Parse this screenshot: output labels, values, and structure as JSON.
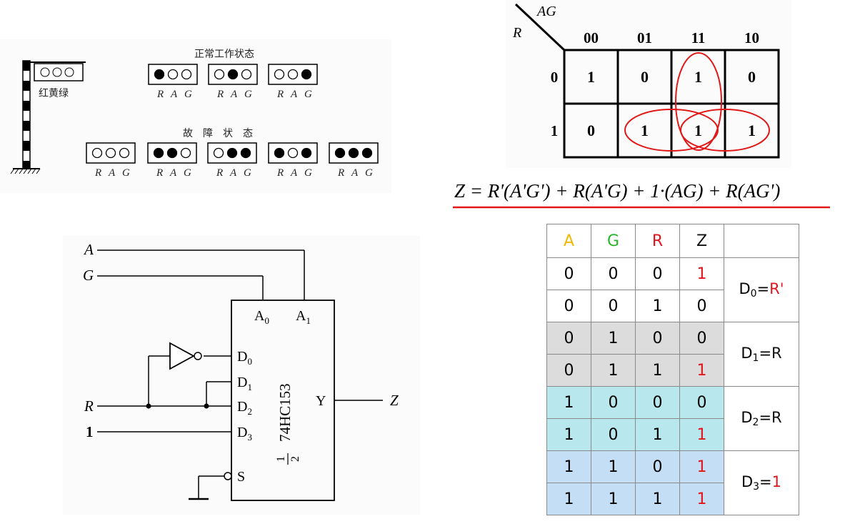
{
  "traffic_light": {
    "side_label": "红黄绿",
    "normal_title": "正常工作状态",
    "fault_title": "故　障　状　态",
    "lamp_labels": [
      "R",
      "A",
      "G"
    ]
  },
  "kmap": {
    "row_var": "R",
    "col_var": "AG",
    "col_headers": [
      "00",
      "01",
      "11",
      "10"
    ],
    "row_headers": [
      "0",
      "1"
    ],
    "cells": [
      [
        "1",
        "0",
        "1",
        "0"
      ],
      [
        "0",
        "1",
        "1",
        "1"
      ]
    ]
  },
  "equation": {
    "text": "Z = R'(A'G') + R(A'G) + 1·(AG) + R(AG')"
  },
  "circuit": {
    "inputs": [
      "A",
      "G",
      "R",
      "1"
    ],
    "chip_name": "74HC153",
    "chip_fraction_num": "1",
    "chip_fraction_den": "2",
    "addr_pins": [
      "A",
      "A"
    ],
    "addr_subs": [
      "0",
      "1"
    ],
    "data_pins": [
      "D",
      "D",
      "D",
      "D"
    ],
    "data_subs": [
      "0",
      "1",
      "2",
      "3"
    ],
    "strobe_pin": "S",
    "output_pin": "Y",
    "output": "Z"
  },
  "truth_table": {
    "headers": [
      "A",
      "G",
      "R",
      "Z"
    ],
    "header_colors": [
      "#f2b800",
      "#2bb52b",
      "#e0161c",
      "#111111"
    ],
    "rows": [
      [
        "0",
        "0",
        "0",
        "1"
      ],
      [
        "0",
        "0",
        "1",
        "0"
      ],
      [
        "0",
        "1",
        "0",
        "0"
      ],
      [
        "0",
        "1",
        "1",
        "1"
      ],
      [
        "1",
        "0",
        "0",
        "0"
      ],
      [
        "1",
        "0",
        "1",
        "1"
      ],
      [
        "1",
        "1",
        "0",
        "1"
      ],
      [
        "1",
        "1",
        "1",
        "1"
      ]
    ],
    "groups": [
      {
        "base": "D",
        "sub": "0",
        "eq": "=",
        "value": "R'",
        "value_color": "#e0161c"
      },
      {
        "base": "D",
        "sub": "1",
        "eq": "=",
        "value": "R",
        "value_color": "#111111"
      },
      {
        "base": "D",
        "sub": "2",
        "eq": "=",
        "value": "R",
        "value_color": "#111111"
      },
      {
        "base": "D",
        "sub": "3",
        "eq": "=",
        "value": "1",
        "value_color": "#e0161c"
      }
    ]
  }
}
